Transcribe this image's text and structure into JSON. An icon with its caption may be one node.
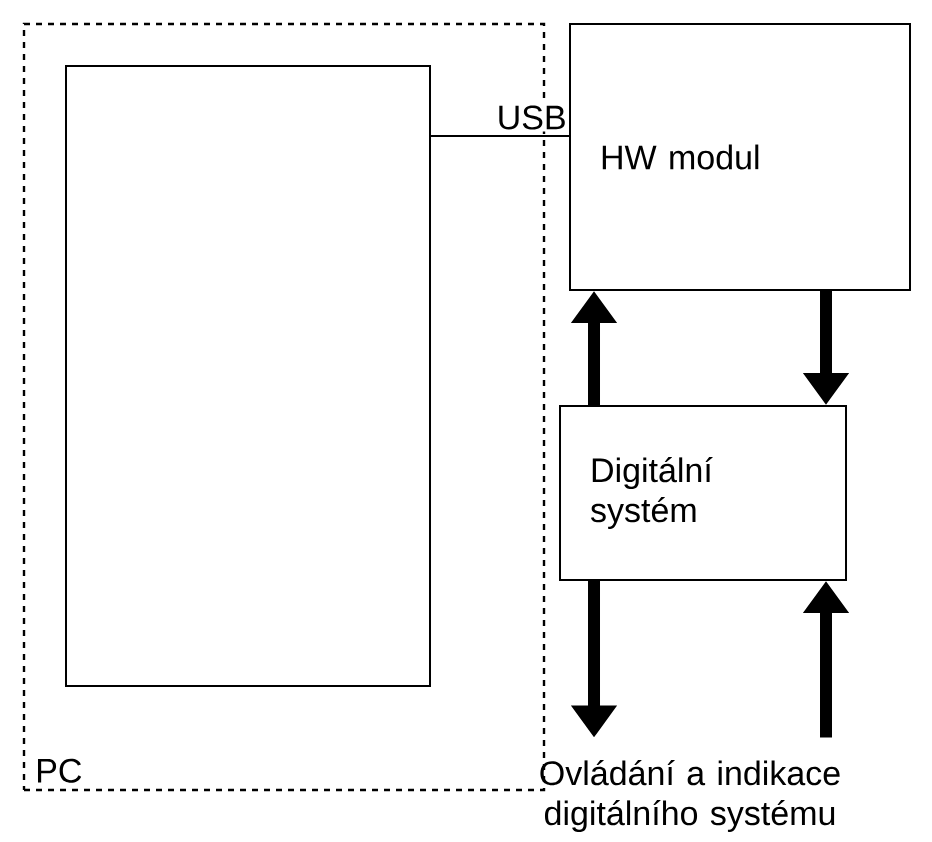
{
  "diagram": {
    "nodes": [
      {
        "text": [
          "PC"
        ]
      },
      {
        "text": [],
        "shape": "box",
        "in": 0
      },
      {
        "text": [
          "HW modul"
        ]
      },
      {
        "text": [
          "Digitální systém"
        ]
      },
      {
        "text": [
          "Ovládání a indikace digitálního systému"
        ]
      }
    ],
    "edges": [
      {
        "from": 1,
        "to": 2,
        "arrow": "none",
        "label": "USB"
      },
      {
        "from": 3,
        "to": 2,
        "arrow": "to"
      },
      {
        "from": 2,
        "to": 3,
        "arrow": "to"
      },
      {
        "from": 3,
        "to": 4,
        "arrow": "to"
      },
      {
        "from": 4,
        "to": 3,
        "arrow": "to"
      }
    ]
  }
}
